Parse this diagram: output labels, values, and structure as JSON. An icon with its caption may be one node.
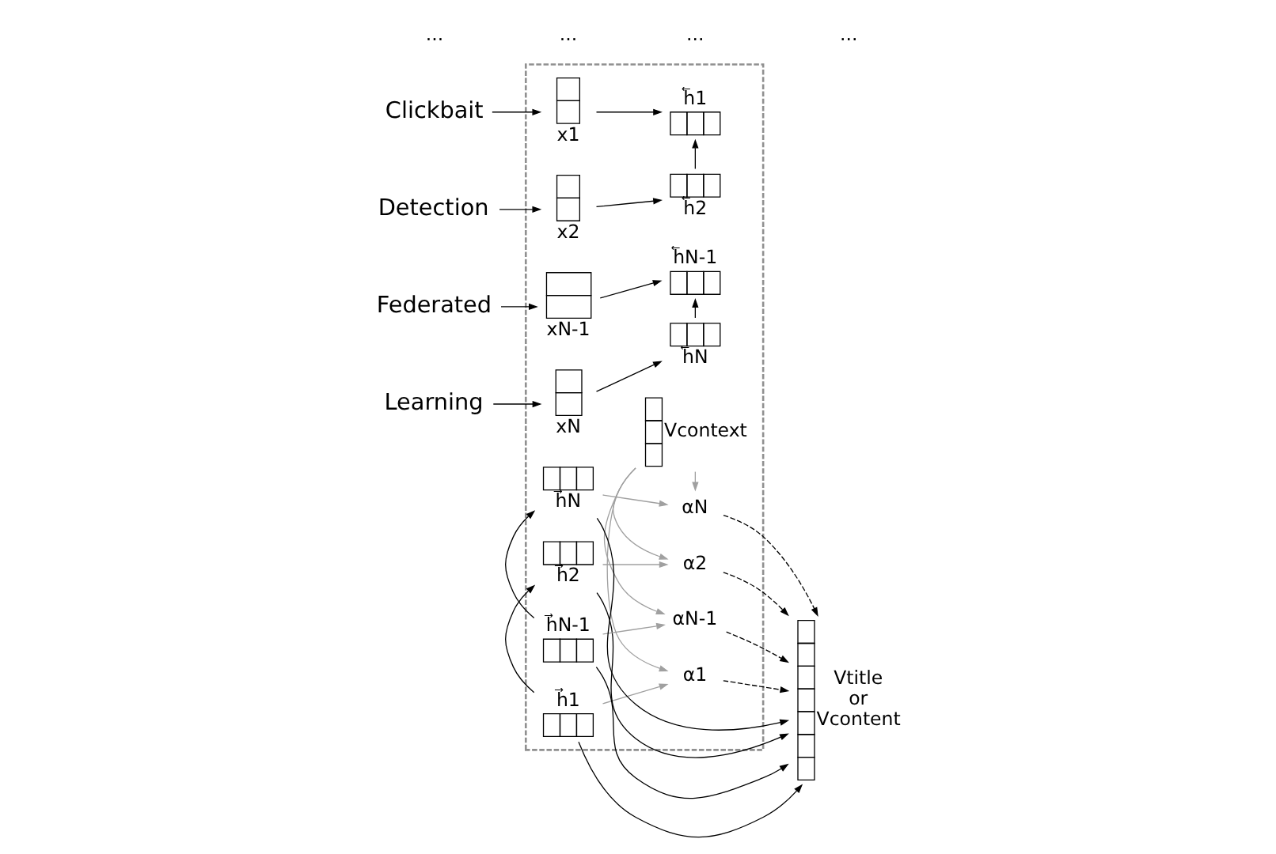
{
  "diagram": {
    "nodes": [
      {
        "text": [],
        "shape": "box"
      },
      {
        "text": [
          "Clickbait"
        ]
      },
      {
        "text": [
          "Detection"
        ]
      },
      {
        "text": [
          "Federated"
        ]
      },
      {
        "text": [
          "Learning"
        ]
      },
      {
        "text": [
          "x1"
        ],
        "in": 0
      },
      {
        "text": [
          "h⃖1"
        ],
        "in": 0
      },
      {
        "text": [
          "h⃗1"
        ],
        "in": 0
      },
      {
        "text": [
          "α1"
        ],
        "in": 0
      },
      {
        "text": [
          "x2"
        ],
        "in": 0
      },
      {
        "text": [
          "h⃖2"
        ],
        "in": 0
      },
      {
        "text": [
          "h⃗2"
        ],
        "in": 0
      },
      {
        "text": [
          "α2"
        ],
        "in": 0
      },
      {
        "text": [
          "Vcontext"
        ],
        "in": 0
      },
      {
        "text": [
          "xN-1"
        ],
        "in": 0
      },
      {
        "text": [
          "h⃖N-1"
        ],
        "in": 0
      },
      {
        "text": [
          "h⃗N-1"
        ],
        "in": 0
      },
      {
        "text": [
          "αN-1"
        ],
        "in": 0
      },
      {
        "text": [
          "xN"
        ],
        "in": 0
      },
      {
        "text": [
          "h⃖N"
        ],
        "in": 0
      },
      {
        "text": [
          "h⃗N"
        ],
        "in": 0
      },
      {
        "text": [
          "αN"
        ],
        "in": 0
      },
      {
        "text": [
          "Vtitle",
          "or",
          "Vcontent"
        ]
      }
    ],
    "edges": [
      {
        "from": 1,
        "to": 5,
        "arrow": "to"
      },
      {
        "from": 2,
        "to": 9,
        "arrow": "to"
      },
      {
        "from": 3,
        "to": 14,
        "arrow": "to"
      },
      {
        "from": 4,
        "to": 18,
        "arrow": "to"
      },
      {
        "from": 5,
        "to": 6,
        "arrow": "to"
      },
      {
        "from": 9,
        "to": 10,
        "arrow": "to"
      },
      {
        "from": 14,
        "to": 15,
        "arrow": "to"
      },
      {
        "from": 18,
        "to": 19,
        "arrow": "to"
      },
      {
        "from": 10,
        "to": 6,
        "arrow": "to"
      },
      {
        "from": 7,
        "to": 11,
        "arrow": "to"
      },
      {
        "from": 19,
        "to": 15,
        "arrow": "to"
      },
      {
        "from": 16,
        "to": 20,
        "arrow": "to"
      },
      {
        "from": 7,
        "to": 8,
        "arrow": "to",
        "color": "#a0a0a0"
      },
      {
        "from": 11,
        "to": 12,
        "arrow": "to",
        "color": "#a0a0a0"
      },
      {
        "from": 16,
        "to": 17,
        "arrow": "to",
        "color": "#a0a0a0"
      },
      {
        "from": 20,
        "to": 21,
        "arrow": "to",
        "color": "#a0a0a0"
      },
      {
        "from": 13,
        "to": 8,
        "arrow": "to",
        "color": "#a0a0a0"
      },
      {
        "from": 13,
        "to": 12,
        "arrow": "to",
        "color": "#a0a0a0"
      },
      {
        "from": 13,
        "to": 17,
        "arrow": "to",
        "color": "#a0a0a0"
      },
      {
        "from": 13,
        "to": 21,
        "arrow": "to",
        "color": "#a0a0a0"
      },
      {
        "from": 7,
        "to": 22,
        "arrow": "to"
      },
      {
        "from": 11,
        "to": 22,
        "arrow": "to"
      },
      {
        "from": 16,
        "to": 22,
        "arrow": "to"
      },
      {
        "from": 20,
        "to": 22,
        "arrow": "to"
      },
      {
        "from": 8,
        "to": 22,
        "arrow": "to",
        "style": "dashed"
      },
      {
        "from": 12,
        "to": 22,
        "arrow": "to",
        "style": "dashed"
      },
      {
        "from": 17,
        "to": 22,
        "arrow": "to",
        "style": "dashed"
      },
      {
        "from": 21,
        "to": 22,
        "arrow": "to",
        "style": "dashed"
      }
    ],
    "labels": [
      "...",
      "...",
      "...",
      "..."
    ]
  }
}
